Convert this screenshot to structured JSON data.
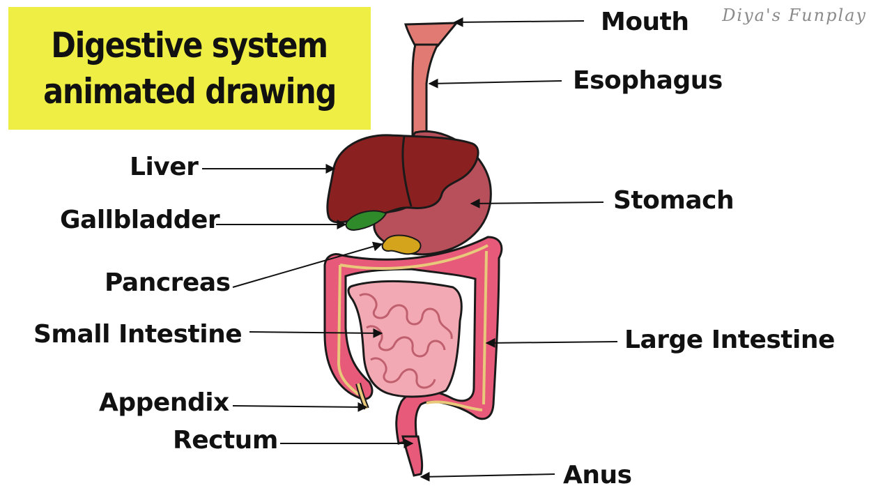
{
  "title": {
    "line1": "Digestive system",
    "line2": "animated drawing",
    "background": "#eeee44"
  },
  "watermark": "Diya's Funplay",
  "labels": {
    "mouth": "Mouth",
    "esophagus": "Esophagus",
    "liver": "Liver",
    "stomach": "Stomach",
    "gallbladder": "Gallbladder",
    "pancreas": "Pancreas",
    "small_intestine": "Small Intestine",
    "large_intestine": "Large Intestine",
    "appendix": "Appendix",
    "rectum": "Rectum",
    "anus": "Anus"
  },
  "colors": {
    "liver": "#8b2020",
    "stomach": "#b8505c",
    "esophagus": "#e07a72",
    "gallbladder": "#2f8a2a",
    "pancreas": "#d4a51c",
    "small_intestine": "#f2a9b3",
    "large_intestine": "#e85a7a",
    "outline": "#1a1a1a"
  }
}
